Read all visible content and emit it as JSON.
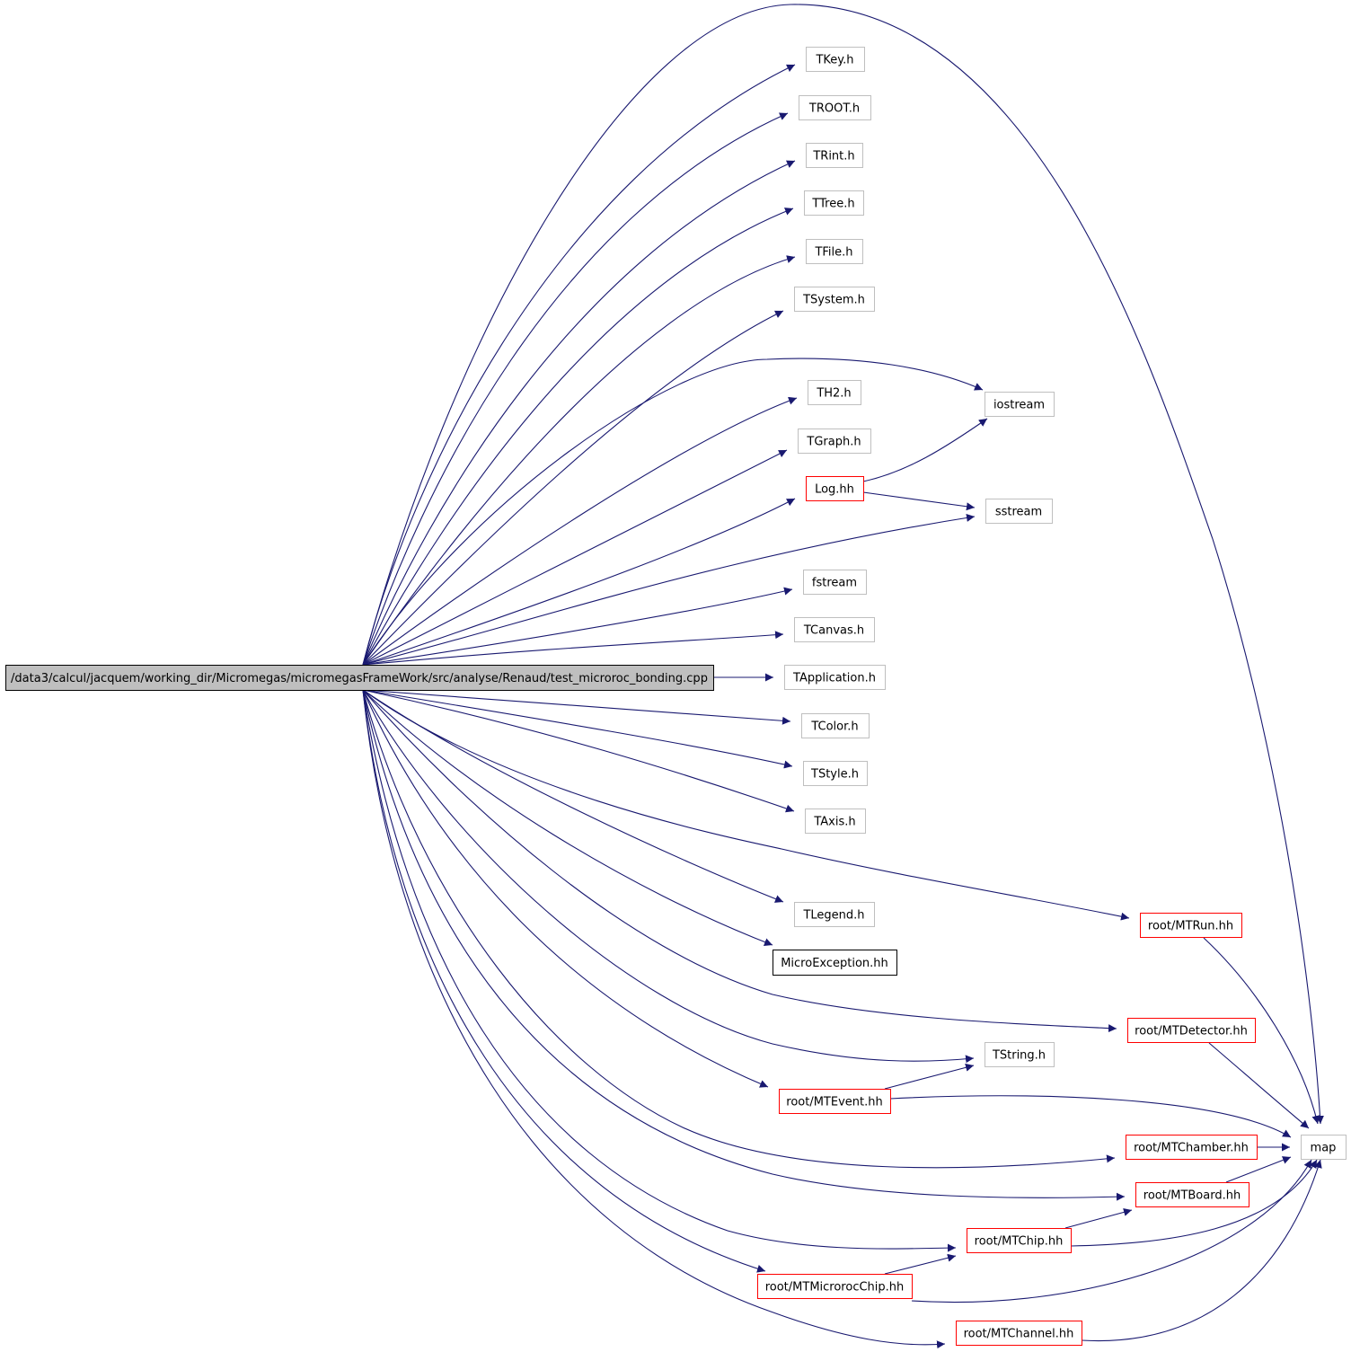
{
  "colors": {
    "edge": "#191970",
    "node_border_gray": "#bfbfbf",
    "node_border_red": "#ff0000",
    "node_border_black": "#000000",
    "root_fill": "#bfbfbf"
  },
  "nodes": [
    {
      "id": "root",
      "label": "/data3/calcul/jacquem/working_dir/Micromegas/micromegasFrameWork/src/analyse/Renaud/test_microroc_bonding.cpp",
      "style": "root"
    },
    {
      "id": "tkey",
      "label": "TKey.h",
      "style": "gray"
    },
    {
      "id": "troot",
      "label": "TROOT.h",
      "style": "gray"
    },
    {
      "id": "trint",
      "label": "TRint.h",
      "style": "gray"
    },
    {
      "id": "ttree",
      "label": "TTree.h",
      "style": "gray"
    },
    {
      "id": "tfile",
      "label": "TFile.h",
      "style": "gray"
    },
    {
      "id": "tsystem",
      "label": "TSystem.h",
      "style": "gray"
    },
    {
      "id": "th2",
      "label": "TH2.h",
      "style": "gray"
    },
    {
      "id": "iostream",
      "label": "iostream",
      "style": "gray"
    },
    {
      "id": "tgraph",
      "label": "TGraph.h",
      "style": "gray"
    },
    {
      "id": "log",
      "label": "Log.hh",
      "style": "red"
    },
    {
      "id": "sstream",
      "label": "sstream",
      "style": "gray"
    },
    {
      "id": "fstream",
      "label": "fstream",
      "style": "gray"
    },
    {
      "id": "tcanvas",
      "label": "TCanvas.h",
      "style": "gray"
    },
    {
      "id": "tapplication",
      "label": "TApplication.h",
      "style": "gray"
    },
    {
      "id": "tcolor",
      "label": "TColor.h",
      "style": "gray"
    },
    {
      "id": "tstyle",
      "label": "TStyle.h",
      "style": "gray"
    },
    {
      "id": "taxis",
      "label": "TAxis.h",
      "style": "gray"
    },
    {
      "id": "tlegend",
      "label": "TLegend.h",
      "style": "gray"
    },
    {
      "id": "mtrun",
      "label": "root/MTRun.hh",
      "style": "red"
    },
    {
      "id": "microexception",
      "label": "MicroException.hh",
      "style": "black"
    },
    {
      "id": "mtdetector",
      "label": "root/MTDetector.hh",
      "style": "red"
    },
    {
      "id": "tstring",
      "label": "TString.h",
      "style": "gray"
    },
    {
      "id": "mtevent",
      "label": "root/MTEvent.hh",
      "style": "red"
    },
    {
      "id": "mtchamber",
      "label": "root/MTChamber.hh",
      "style": "red"
    },
    {
      "id": "map",
      "label": "map",
      "style": "gray"
    },
    {
      "id": "mtboard",
      "label": "root/MTBoard.hh",
      "style": "red"
    },
    {
      "id": "mtchip",
      "label": "root/MTChip.hh",
      "style": "red"
    },
    {
      "id": "mtmicroroc",
      "label": "root/MTMicrorocChip.hh",
      "style": "red"
    },
    {
      "id": "mtchannel",
      "label": "root/MTChannel.hh",
      "style": "red"
    }
  ],
  "edges": [
    {
      "from": "root",
      "to": "tkey"
    },
    {
      "from": "root",
      "to": "troot"
    },
    {
      "from": "root",
      "to": "trint"
    },
    {
      "from": "root",
      "to": "ttree"
    },
    {
      "from": "root",
      "to": "tfile"
    },
    {
      "from": "root",
      "to": "tsystem"
    },
    {
      "from": "root",
      "to": "th2"
    },
    {
      "from": "root",
      "to": "iostream"
    },
    {
      "from": "root",
      "to": "tgraph"
    },
    {
      "from": "root",
      "to": "log"
    },
    {
      "from": "root",
      "to": "sstream"
    },
    {
      "from": "root",
      "to": "fstream"
    },
    {
      "from": "root",
      "to": "tcanvas"
    },
    {
      "from": "root",
      "to": "tapplication"
    },
    {
      "from": "root",
      "to": "tcolor"
    },
    {
      "from": "root",
      "to": "tstyle"
    },
    {
      "from": "root",
      "to": "taxis"
    },
    {
      "from": "root",
      "to": "tlegend"
    },
    {
      "from": "root",
      "to": "mtrun"
    },
    {
      "from": "root",
      "to": "microexception"
    },
    {
      "from": "root",
      "to": "mtdetector"
    },
    {
      "from": "root",
      "to": "tstring"
    },
    {
      "from": "root",
      "to": "mtevent"
    },
    {
      "from": "root",
      "to": "mtchamber"
    },
    {
      "from": "root",
      "to": "mtboard"
    },
    {
      "from": "root",
      "to": "mtchip"
    },
    {
      "from": "root",
      "to": "mtmicroroc"
    },
    {
      "from": "root",
      "to": "mtchannel"
    },
    {
      "from": "root",
      "to": "map"
    },
    {
      "from": "log",
      "to": "iostream"
    },
    {
      "from": "log",
      "to": "sstream"
    },
    {
      "from": "mtrun",
      "to": "map"
    },
    {
      "from": "mtdetector",
      "to": "map"
    },
    {
      "from": "mtevent",
      "to": "tstring"
    },
    {
      "from": "mtevent",
      "to": "map"
    },
    {
      "from": "mtchamber",
      "to": "map"
    },
    {
      "from": "mtboard",
      "to": "map"
    },
    {
      "from": "mtchip",
      "to": "mtboard"
    },
    {
      "from": "mtchip",
      "to": "map"
    },
    {
      "from": "mtmicroroc",
      "to": "mtchip"
    },
    {
      "from": "mtmicroroc",
      "to": "map"
    },
    {
      "from": "mtchannel",
      "to": "map"
    }
  ]
}
